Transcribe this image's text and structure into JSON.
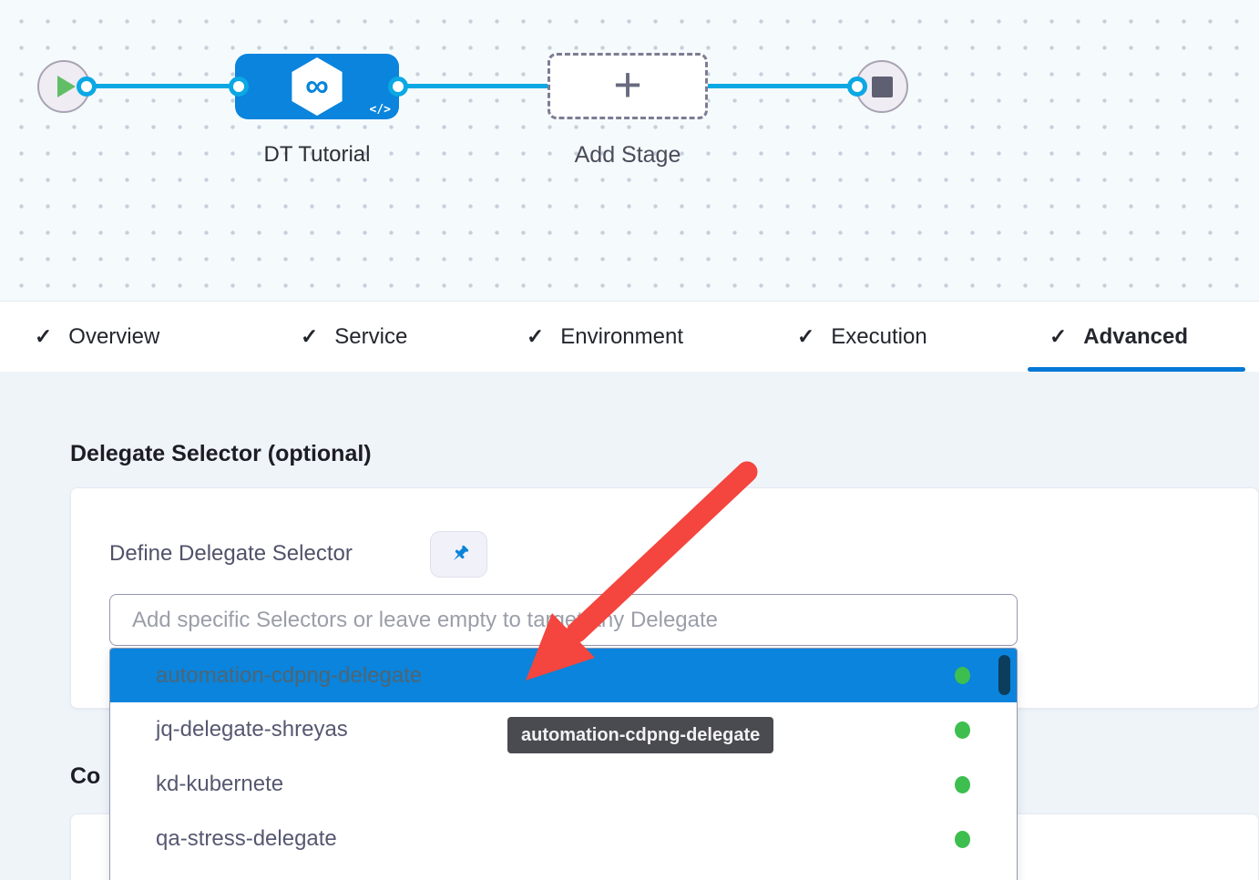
{
  "colors": {
    "accent_blue": "#0A84DC",
    "edge_blue": "#0BA8E4",
    "active_tab_underline": "#0278D5",
    "status_green": "#3EBE4E",
    "annotation_red": "#F4453E",
    "tooltip_bg": "#4A4A51",
    "node_fill": "#EFECF4"
  },
  "canvas": {
    "stage_label": "DT Tutorial",
    "add_stage_label": "Add Stage",
    "plus_glyph": "+",
    "code_icon_glyph": "</>",
    "infinity_glyph": "∞"
  },
  "tabs": {
    "check_glyph": "✓",
    "active": "Advanced",
    "items": [
      {
        "label": "Overview"
      },
      {
        "label": "Service"
      },
      {
        "label": "Environment"
      },
      {
        "label": "Execution"
      },
      {
        "label": "Advanced"
      }
    ]
  },
  "advanced": {
    "section_title": "Delegate Selector (optional)",
    "define_label": "Define Delegate Selector",
    "input_placeholder": "Add specific Selectors or leave empty to target any Delegate",
    "input_value": "",
    "partial_heading": "Co",
    "tooltip_text": "automation-cdpng-delegate",
    "options": [
      {
        "name": "automation-cdpng-delegate",
        "status_dot": "green",
        "selected": true
      },
      {
        "name": "jq-delegate-shreyas",
        "status_dot": "green",
        "selected": false
      },
      {
        "name": "kd-kubernete",
        "status_dot": "green",
        "selected": false
      },
      {
        "name": "qa-stress-delegate",
        "status_dot": "green",
        "selected": false
      }
    ]
  }
}
